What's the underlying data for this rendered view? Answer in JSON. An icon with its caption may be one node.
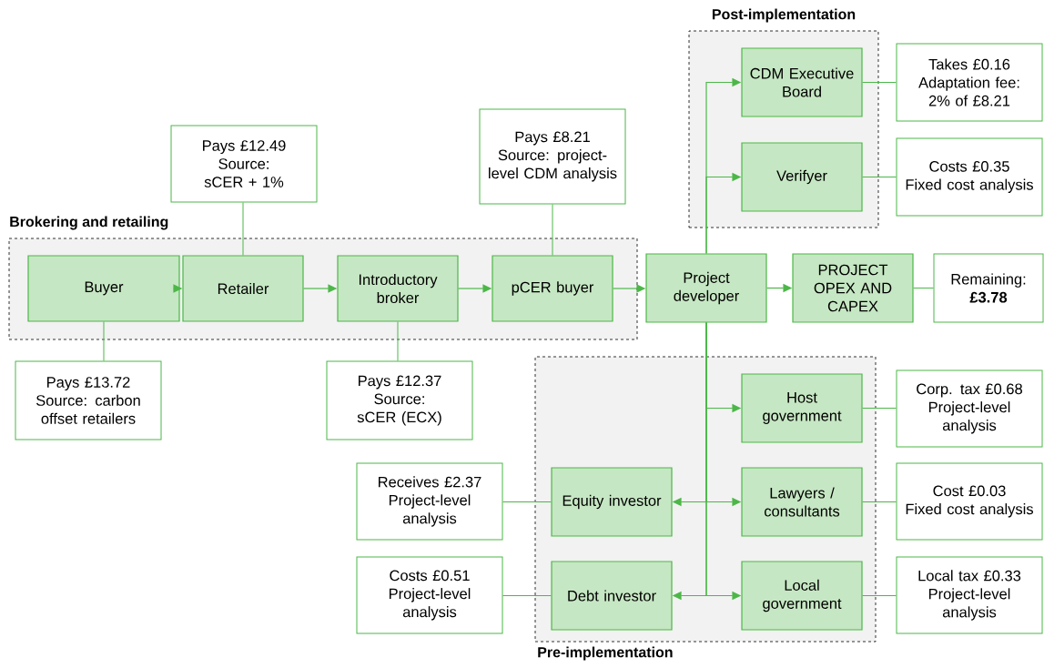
{
  "diagram": {
    "nodes": [
      {
        "text": [
          "Post-implementation"
        ]
      },
      {
        "text": [
          "CDM Executive Board"
        ],
        "in": 0
      },
      {
        "text": [
          "Takes £0.16",
          "Adaptation fee: 2% of £8.21"
        ]
      },
      {
        "text": [
          "Verifyer"
        ],
        "in": 0
      },
      {
        "text": [
          "Costs £0.35",
          "Fixed cost analysis"
        ]
      },
      {
        "text": [
          "Pays £12.49",
          "Source: sCER + 1%"
        ]
      },
      {
        "text": [
          "Pays £8.21",
          "Source: project-level CDM analysis"
        ]
      },
      {
        "text": [
          "Brokering and retailing"
        ]
      },
      {
        "text": [
          "Buyer"
        ],
        "in": 7
      },
      {
        "text": [
          "Retailer"
        ],
        "in": 7
      },
      {
        "text": [
          "Introductory broker"
        ],
        "in": 7
      },
      {
        "text": [
          "pCER buyer"
        ],
        "in": 7
      },
      {
        "text": [
          "Project developer"
        ]
      },
      {
        "text": [
          "PROJECT OPEX AND CAPEX"
        ]
      },
      {
        "text": [
          "Remaining: **£3.78**"
        ]
      },
      {
        "text": [
          "Pays £13.72",
          "Source: carbon offset retailers"
        ]
      },
      {
        "text": [
          "Pays £12.37",
          "Source: sCER (ECX)"
        ]
      },
      {
        "text": [
          "Pre-implementation"
        ]
      },
      {
        "text": [
          "Host government"
        ],
        "in": 17
      },
      {
        "text": [
          "Corp. tax £0.68",
          "Project-level analysis"
        ]
      },
      {
        "text": [
          "Receives £2.37",
          "Project-level analysis"
        ]
      },
      {
        "text": [
          "Equity investor"
        ],
        "in": 17
      },
      {
        "text": [
          "Lawyers / consultants"
        ],
        "in": 17
      },
      {
        "text": [
          "Cost £0.03",
          "Fixed cost analysis"
        ]
      },
      {
        "text": [
          "Costs £0.51",
          "Project-level analysis"
        ]
      },
      {
        "text": [
          "Debt investor"
        ],
        "in": 17
      },
      {
        "text": [
          "Local government"
        ],
        "in": 17
      },
      {
        "text": [
          "Local tax £0.33",
          "Project-level analysis"
        ]
      }
    ],
    "edges": [
      {
        "from": 8,
        "to": 9,
        "arrow": "to"
      },
      {
        "from": 9,
        "to": 10,
        "arrow": "to"
      },
      {
        "from": 10,
        "to": 11,
        "arrow": "to"
      },
      {
        "from": 11,
        "to": 12,
        "arrow": "to"
      },
      {
        "from": 12,
        "to": 13,
        "arrow": "to"
      },
      {
        "from": 12,
        "to": 1,
        "arrow": "to"
      },
      {
        "from": 12,
        "to": 3,
        "arrow": "to"
      },
      {
        "from": 12,
        "to": 18,
        "arrow": "to"
      },
      {
        "from": 12,
        "to": 22,
        "arrow": "to"
      },
      {
        "from": 12,
        "to": 21,
        "arrow": "to"
      },
      {
        "from": 12,
        "to": 26,
        "arrow": "to"
      },
      {
        "from": 12,
        "to": 25,
        "arrow": "to"
      },
      {
        "from": 1,
        "to": 2,
        "arrow": "none"
      },
      {
        "from": 3,
        "to": 4,
        "arrow": "none"
      },
      {
        "from": 9,
        "to": 5,
        "arrow": "none"
      },
      {
        "from": 11,
        "to": 6,
        "arrow": "none"
      },
      {
        "from": 13,
        "to": 14,
        "arrow": "none"
      },
      {
        "from": 8,
        "to": 15,
        "arrow": "none"
      },
      {
        "from": 10,
        "to": 16,
        "arrow": "none"
      },
      {
        "from": 18,
        "to": 19,
        "arrow": "none"
      },
      {
        "from": 22,
        "to": 23,
        "arrow": "none"
      },
      {
        "from": 21,
        "to": 20,
        "arrow": "none"
      },
      {
        "from": 26,
        "to": 27,
        "arrow": "none"
      },
      {
        "from": 25,
        "to": 24,
        "arrow": "none"
      }
    ]
  }
}
